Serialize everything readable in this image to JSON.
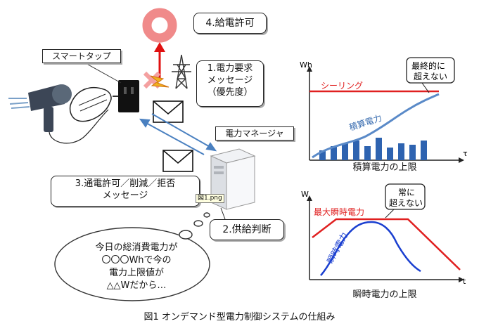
{
  "callouts": {
    "step4": "4.給電許可",
    "step1_line1": "1.電力要求",
    "step1_line2": "メッセージ",
    "step1_line3": "（優先度）",
    "step3_line1": "3.通電許可／削減／拒否",
    "step3_line2": "メッセージ",
    "step2": "2.供給判断"
  },
  "labels": {
    "smart_tap": "スマートタップ",
    "power_manager": "電力マネージャ",
    "image_tag": "図1.png"
  },
  "thought_bubble": {
    "line1": "今日の総消費電力が",
    "line2": "〇〇〇Whで今の",
    "line3": "電力上限値が",
    "line4": "△△Wだから…"
  },
  "chart_top": {
    "y_axis": "Wh",
    "x_axis": "τ",
    "ceiling_label": "シーリング",
    "series_label": "積算電力",
    "note_line1": "最終的に",
    "note_line2": "超えない",
    "subtitle": "積算電力の上限",
    "colors": {
      "ceiling": "#e02020",
      "curve": "#5a8ac8",
      "bars": "#2e63b0"
    }
  },
  "chart_bottom": {
    "y_axis": "W",
    "x_axis": "t",
    "max_label": "最大瞬時電力",
    "series_label": "瞬時電力",
    "note_line1": "常に",
    "note_line2": "超えない",
    "subtitle": "瞬時電力の上限",
    "colors": {
      "max": "#e02020",
      "curve": "#1a3fd0"
    }
  },
  "caption": "図1 オンデマンド型電力制御システムの仕組み",
  "icons": {
    "ring": "power-ring-icon",
    "arrow": "upward-arrow-icon",
    "tower": "transmission-tower-icon",
    "tap": "smart-tap-icon",
    "dryer": "hair-dryer-icon",
    "server": "server-icon",
    "envelope": "envelope-icon"
  }
}
